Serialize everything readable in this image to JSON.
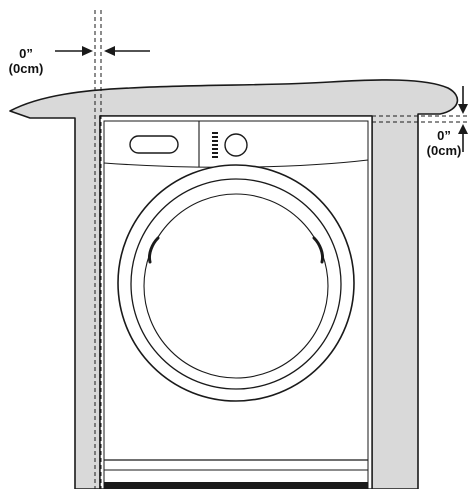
{
  "clearance_top_left": {
    "inches": "0”",
    "cm": "(0cm)"
  },
  "clearance_right": {
    "inches": "0”",
    "cm": "(0cm)"
  },
  "colors": {
    "cabinet_fill": "#d9d9d9",
    "outline": "#1a1a1a",
    "appliance_fill": "#ffffff"
  },
  "icons": [
    "arrow-right-icon",
    "arrow-left-icon",
    "arrow-down-icon",
    "arrow-up-icon"
  ]
}
